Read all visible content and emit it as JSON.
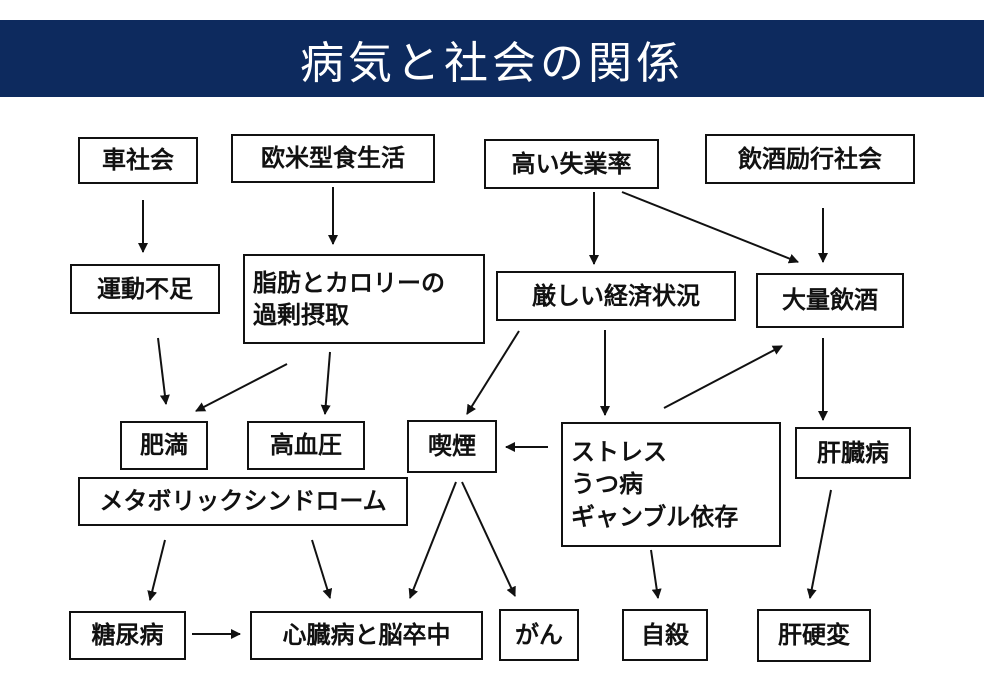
{
  "title": "病気と社会の関係",
  "nodes": {
    "car_society": "車社会",
    "western_diet": "欧米型食生活",
    "unemployment": "高い失業率",
    "drinking_society": "飲酒励行社会",
    "lack_exercise": "運動不足",
    "excess_intake": "脂肪とカロリーの\n過剰摂取",
    "hard_economy": "厳しい経済状況",
    "heavy_drinking": "大量飲酒",
    "obesity": "肥満",
    "hypertension": "高血圧",
    "smoking": "喫煙",
    "stress": "ストレス\nうつ病\nギャンブル依存",
    "liver_disease": "肝臓病",
    "metabolic": "メタボリックシンドローム",
    "diabetes": "糖尿病",
    "heart_stroke": "心臓病と脳卒中",
    "cancer": "がん",
    "suicide": "自殺",
    "cirrhosis": "肝硬変"
  },
  "colors": {
    "header_bg": "#0d2a5e",
    "header_text": "#ffffff",
    "line": "#111111"
  }
}
